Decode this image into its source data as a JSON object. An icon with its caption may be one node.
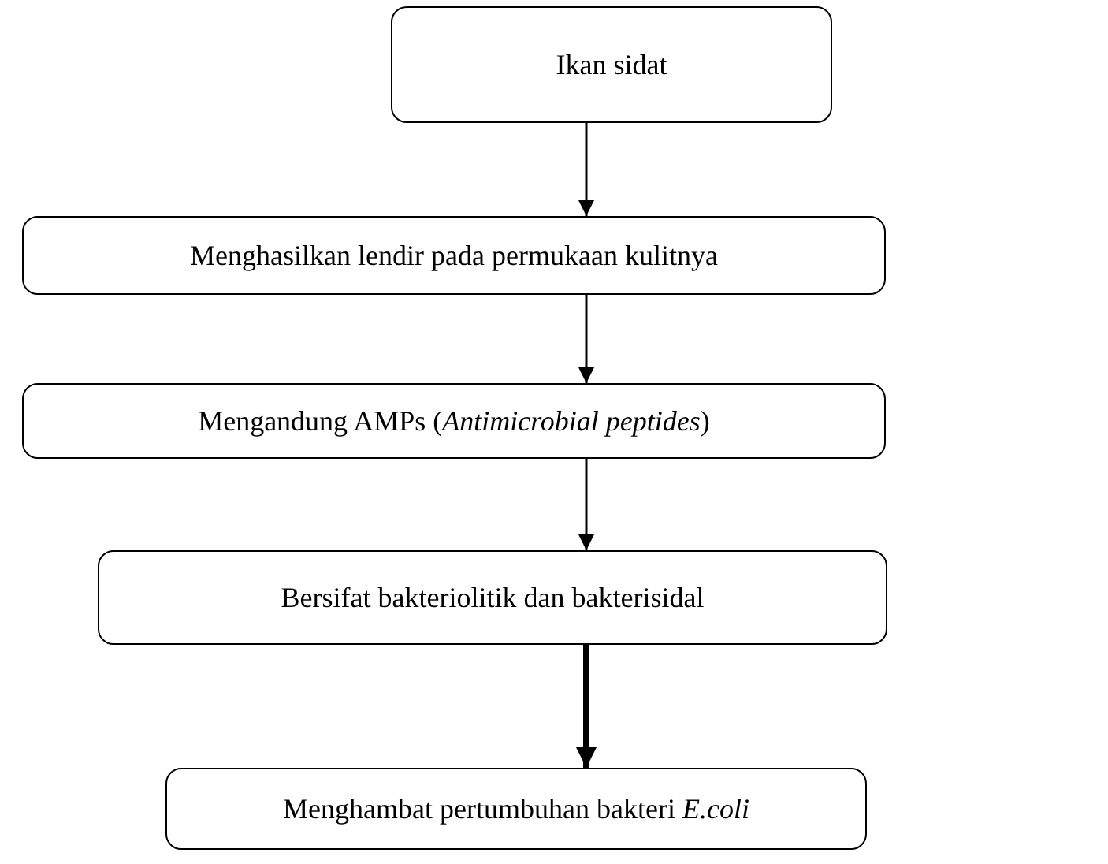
{
  "diagram": {
    "nodes": [
      {
        "text": [
          "Ikan sidat"
        ]
      },
      {
        "text": [
          "Menghasilkan lendir pada permukaan kulitnya"
        ]
      },
      {
        "text": [
          "Mengandung AMPs (*Antimicrobial peptides*)"
        ]
      },
      {
        "text": [
          "Bersifat bakteriolitik dan bakterisidal"
        ]
      },
      {
        "text": [
          "Menghambat pertumbuhan bakteri *E.coli*"
        ]
      }
    ],
    "edges": [
      {
        "from": 0,
        "to": 1,
        "arrow": "to"
      },
      {
        "from": 1,
        "to": 2,
        "arrow": "to"
      },
      {
        "from": 2,
        "to": 3,
        "arrow": "to"
      },
      {
        "from": 3,
        "to": 4,
        "arrow": "to",
        "style": "thick"
      }
    ]
  }
}
